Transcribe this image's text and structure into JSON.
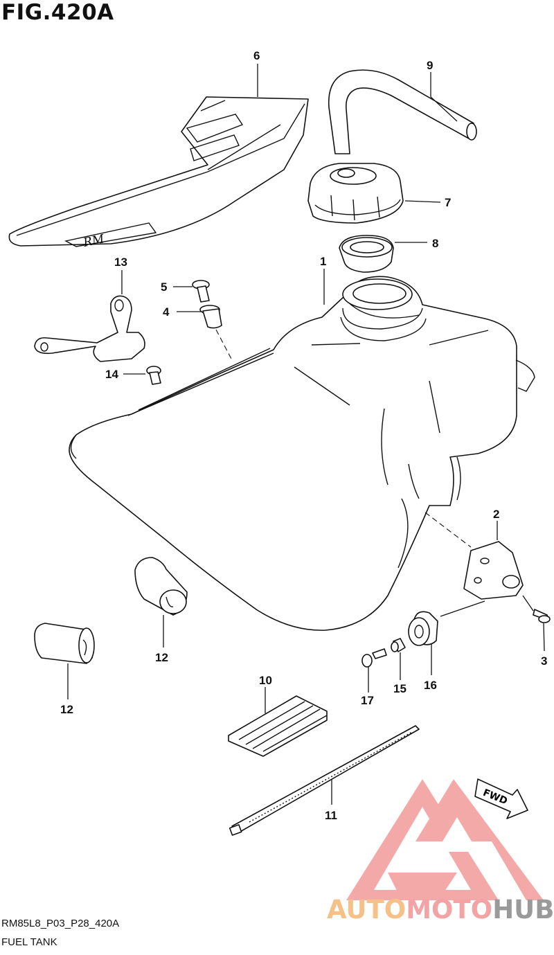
{
  "figure": {
    "title": "FIG.420A"
  },
  "callouts": {
    "p1": "1",
    "p2": "2",
    "p3": "3",
    "p4": "4",
    "p5": "5",
    "p6": "6",
    "p7": "7",
    "p8": "8",
    "p9": "9",
    "p10": "10",
    "p11": "11",
    "p12a": "12",
    "p12b": "12",
    "p13": "13",
    "p14": "14",
    "p15": "15",
    "p16": "16",
    "p17": "17"
  },
  "arrow_label": "FWD",
  "decal_logo": "RM",
  "footer": {
    "code": "RM85L8_P03_P28_420A",
    "name": "FUEL TANK"
  },
  "watermark": {
    "part1": "AUTO",
    "part2": "MOTO",
    "part3": "HUB"
  },
  "colors": {
    "watermark_orange": "#f6c089",
    "watermark_red": "#f3a3a3",
    "watermark_gray": "#9a9a9a",
    "line": "#111111"
  }
}
